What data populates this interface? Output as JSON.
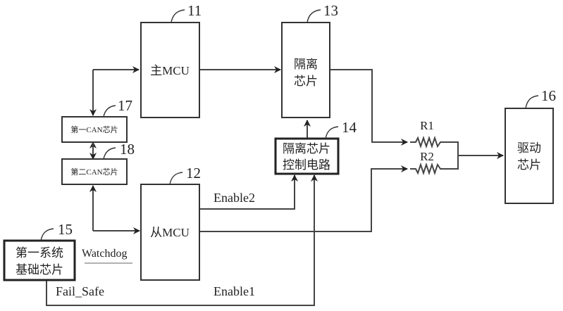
{
  "diagram": {
    "blocks": {
      "main_mcu": {
        "label": "主MCU",
        "ref": "11"
      },
      "slave_mcu": {
        "label": "从MCU",
        "ref": "12"
      },
      "isolation_chip": {
        "label_line1": "隔离",
        "label_line2": "芯片",
        "ref": "13"
      },
      "isolation_ctrl": {
        "label_line1": "隔离芯片",
        "label_line2": "控制电路",
        "ref": "14"
      },
      "system_base_chip": {
        "label_line1": "第一系统",
        "label_line2": "基础芯片",
        "ref": "15"
      },
      "driver_chip": {
        "label_line1": "驱动",
        "label_line2": "芯片",
        "ref": "16"
      },
      "can_chip_1": {
        "label": "第一CAN芯片",
        "ref": "17"
      },
      "can_chip_2": {
        "label": "第二CAN芯片",
        "ref": "18"
      }
    },
    "resistors": {
      "r1": "R1",
      "r2": "R2"
    },
    "signals": {
      "enable2": "Enable2",
      "enable1": "Enable1",
      "watchdog": "Watchdog",
      "fail_safe": "Fail_Safe"
    }
  }
}
